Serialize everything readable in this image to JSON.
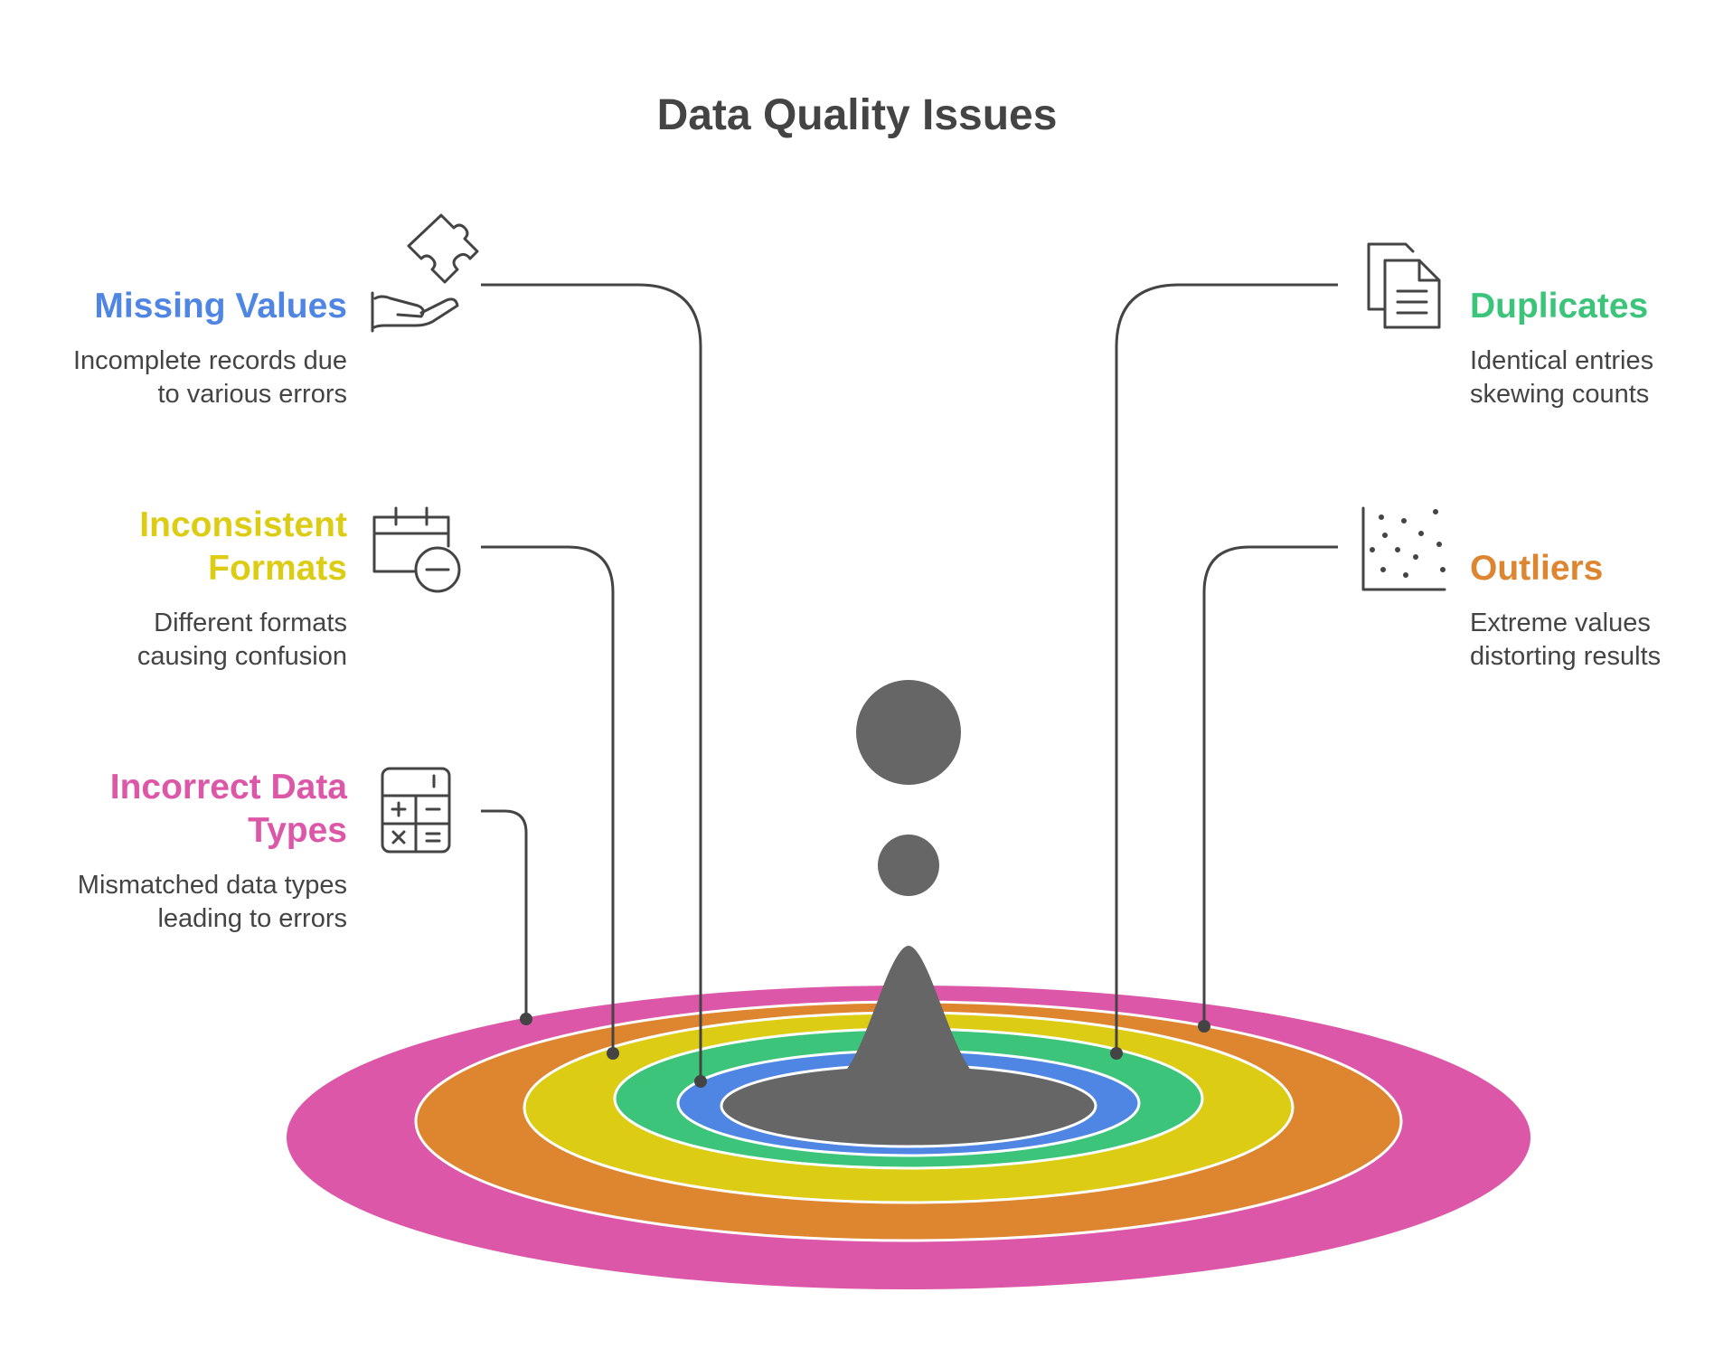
{
  "title": "Data Quality Issues",
  "colors": {
    "missing_values": "#4f86e4",
    "inconsistent_formats": "#dccd14",
    "incorrect_data_types": "#dd57a8",
    "duplicates": "#3cc57a",
    "outliers": "#de8530",
    "drop": "#666666",
    "line": "#444444"
  },
  "items": {
    "missing_values": {
      "heading": "Missing Values",
      "desc_line1": "Incomplete records due",
      "desc_line2": "to various errors",
      "icon": "hand-puzzle-icon"
    },
    "inconsistent_formats": {
      "heading_line1": "Inconsistent",
      "heading_line2": "Formats",
      "desc_line1": "Different formats",
      "desc_line2": "causing confusion",
      "icon": "calendar-minus-icon"
    },
    "incorrect_data_types": {
      "heading_line1": "Incorrect Data",
      "heading_line2": "Types",
      "desc_line1": "Mismatched data types",
      "desc_line2": "leading to errors",
      "icon": "calculator-icon"
    },
    "duplicates": {
      "heading": "Duplicates",
      "desc_line1": "Identical entries",
      "desc_line2": "skewing counts",
      "icon": "copy-documents-icon"
    },
    "outliers": {
      "heading": "Outliers",
      "desc_line1": "Extreme values",
      "desc_line2": "distorting results",
      "icon": "scatter-plot-icon"
    }
  }
}
